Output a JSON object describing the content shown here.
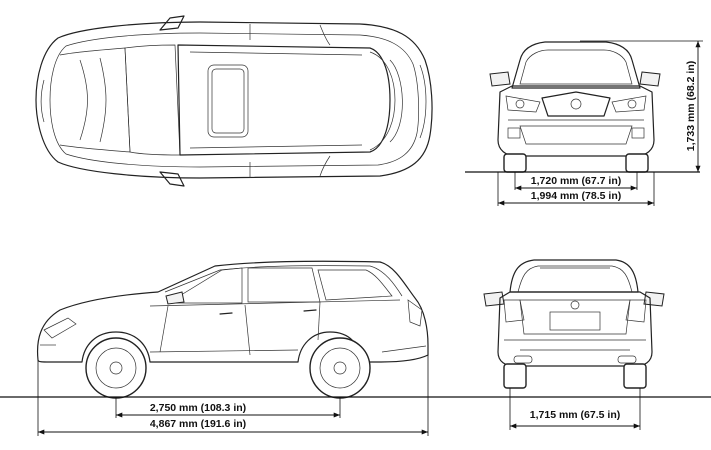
{
  "dimensions": {
    "front_tread": "1,720 mm (67.7 in)",
    "overall_width": "1,994 mm (78.5 in)",
    "overall_height": "1,733 mm (68.2 in)",
    "wheelbase": "2,750 mm (108.3 in)",
    "overall_length": "4,867 mm (191.6 in)",
    "rear_tread": "1,715 mm (67.5 in)"
  },
  "views": [
    "top-view",
    "front-view",
    "side-view",
    "rear-view"
  ]
}
